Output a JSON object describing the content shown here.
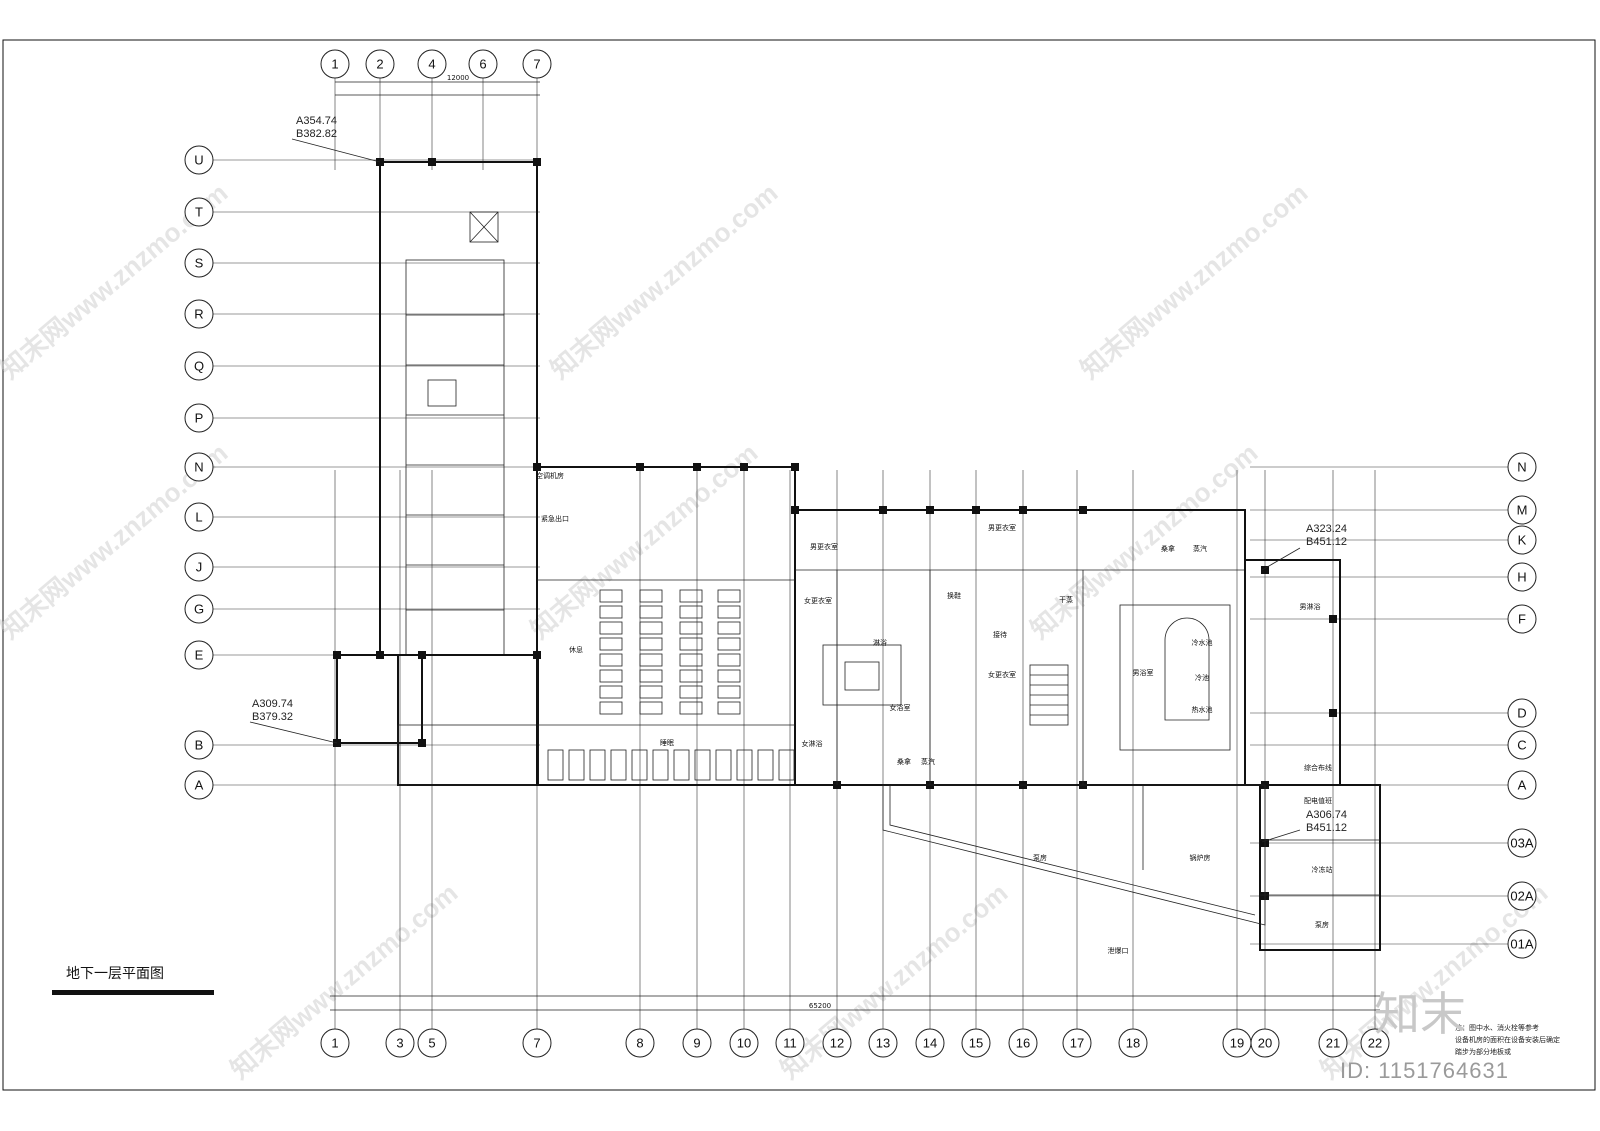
{
  "drawing": {
    "title": "地下一层平面图",
    "brand": "知末",
    "image_id": "ID: 1151764631",
    "watermark": "知末网www.znzmo.com"
  },
  "axes": {
    "top": [
      "1",
      "2",
      "4",
      "6",
      "7"
    ],
    "bottom": [
      "1",
      "3",
      "5",
      "7",
      "8",
      "9",
      "10",
      "11",
      "12",
      "13",
      "14",
      "15",
      "16",
      "17",
      "18",
      "19",
      "20",
      "21",
      "22"
    ],
    "left": [
      "U",
      "T",
      "S",
      "R",
      "Q",
      "P",
      "N",
      "L",
      "J",
      "G",
      "E",
      "B",
      "A"
    ],
    "right": [
      "N",
      "M",
      "K",
      "H",
      "F",
      "D",
      "C",
      "A",
      "03A",
      "02A",
      "01A"
    ]
  },
  "elevations": [
    {
      "a": "A354.74",
      "b": "B382.82"
    },
    {
      "a": "A309.74",
      "b": "B379.32"
    },
    {
      "a": "A323.24",
      "b": "B451.12"
    },
    {
      "a": "A306.74",
      "b": "B451.12"
    }
  ],
  "rooms": {
    "ac_room": "空调机房",
    "emergency_exit": "紧急出口",
    "rest": "休息",
    "sleep": "睡眠",
    "female_locker": "女更衣室",
    "male_locker_small": "男更衣室",
    "female_shower": "女淋浴",
    "female_bath": "女浴室",
    "reception": "接待",
    "female_locker2": "女更衣室",
    "male_locker": "男更衣室",
    "male_bath": "男浴室",
    "cold_pool": "冷水池",
    "cold": "冷池",
    "hot_pool": "热水池",
    "sauna": "桑拿",
    "steam": "蒸汽",
    "male_shower": "男淋浴",
    "wiring": "综合布线",
    "power": "配电值班",
    "pump_room": "泵房",
    "boiler_room": "锅炉房",
    "chiller": "冷冻站",
    "pump_room2": "泵房",
    "opening": "泄爆口",
    "dry_steam": "干蒸",
    "shower": "淋浴",
    "changing": "换鞋"
  },
  "notes": {
    "line1": "注：图中水、消火栓等参考",
    "line2": "设备机房的面积在设备安装后确定",
    "line3": "踏步为部分地板或"
  },
  "dims": {
    "top_total": "12000",
    "bottom_total": "65200"
  }
}
